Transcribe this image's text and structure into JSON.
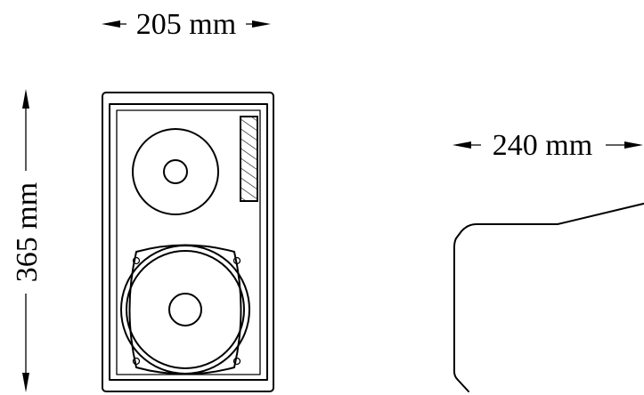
{
  "dimensions": {
    "width_label": "205 mm",
    "height_label": "365 mm",
    "depth_label": "240 mm"
  },
  "colors": {
    "line": "#000000",
    "background": "#ffffff"
  }
}
